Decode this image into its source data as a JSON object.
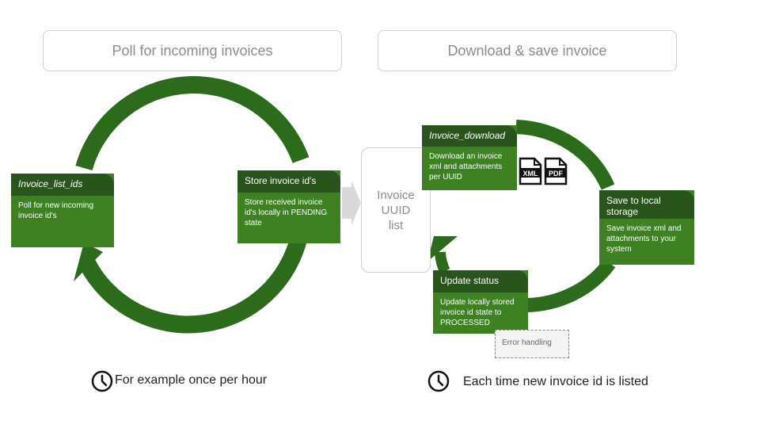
{
  "headers": {
    "left": "Poll for incoming invoices",
    "right": "Download & save invoice"
  },
  "cards": {
    "list_ids": {
      "title": "Invoice_list_ids",
      "body": "Poll for new incoming invoice id's"
    },
    "store_ids": {
      "title": "Store invoice id's",
      "body": "Store received invoice id's locally in PENDING state"
    },
    "download": {
      "title": "Invoice_download",
      "body": "Download an invoice xml and attachments per UUID"
    },
    "save": {
      "title": "Save to local storage",
      "body": "Save invoice xml and attachments to your system"
    },
    "update": {
      "title": "Update status",
      "body": "Update locally stored invoice id state to PROCESSED"
    }
  },
  "uuid_list": "Invoice\nUUID\nlist",
  "error_handling": "Error handling",
  "file_icons": {
    "xml": "XML",
    "pdf": "PDF"
  },
  "captions": {
    "left": "For example once per hour",
    "right": "Each time new invoice id is listed"
  },
  "colors": {
    "ring": "#2c6b1c",
    "card_body": "#3d8123",
    "card_head": "#29541b",
    "connector_arrow": "#d9d9d9"
  }
}
